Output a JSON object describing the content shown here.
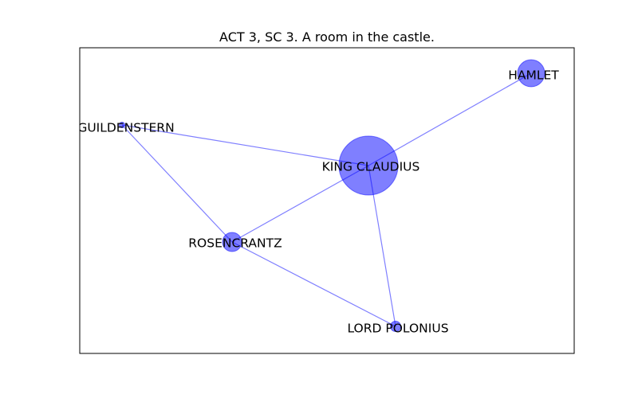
{
  "title": "ACT 3, SC 3. A room in the castle.",
  "colors": {
    "node_fill": "#0000ff",
    "edge_stroke": "#0000ff",
    "frame": "#000000",
    "background": "#ffffff"
  },
  "nodes": [
    {
      "id": "king",
      "label": "KING CLAUDIUS",
      "size": "large"
    },
    {
      "id": "hamlet",
      "label": "HAMLET",
      "size": "medium"
    },
    {
      "id": "guildenstern",
      "label": "GUILDENSTERN",
      "size": "tiny"
    },
    {
      "id": "rosencrantz",
      "label": "ROSENCRANTZ",
      "size": "medium-small"
    },
    {
      "id": "polonius",
      "label": "LORD POLONIUS",
      "size": "small"
    }
  ],
  "edges": [
    {
      "source": "king",
      "target": "hamlet"
    },
    {
      "source": "king",
      "target": "guildenstern"
    },
    {
      "source": "king",
      "target": "rosencrantz"
    },
    {
      "source": "king",
      "target": "polonius"
    },
    {
      "source": "guildenstern",
      "target": "rosencrantz"
    },
    {
      "source": "rosencrantz",
      "target": "polonius"
    }
  ]
}
